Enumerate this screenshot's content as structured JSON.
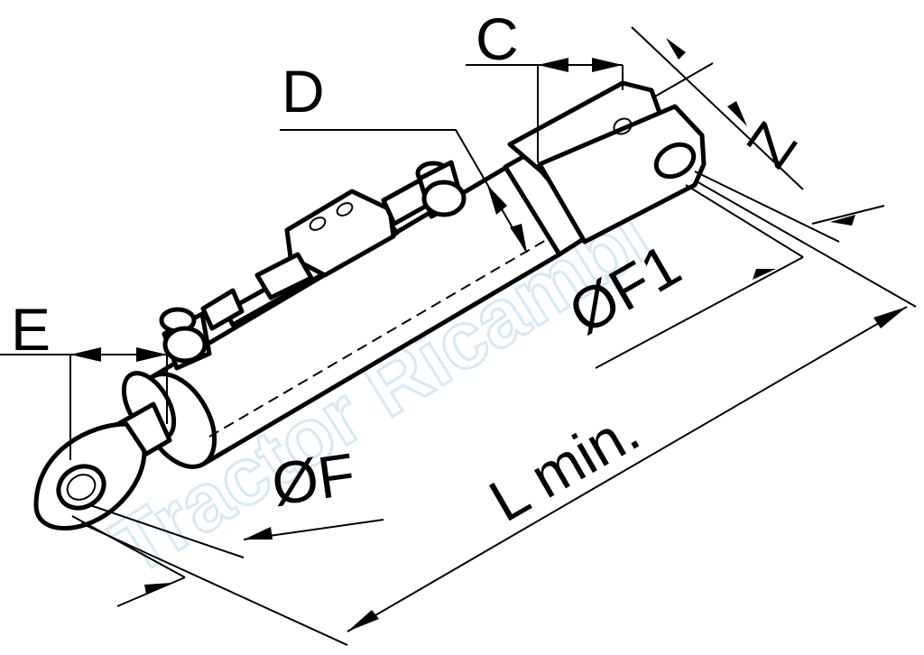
{
  "watermark": "Tractor Ricambi",
  "labels": {
    "c": "C",
    "d": "D",
    "e": "E",
    "z": "Z",
    "f1": "ØF1",
    "f": "ØF",
    "l": "L min."
  },
  "colors": {
    "line": "#000000",
    "watermark": "#d6e9f4",
    "background": "#ffffff"
  }
}
